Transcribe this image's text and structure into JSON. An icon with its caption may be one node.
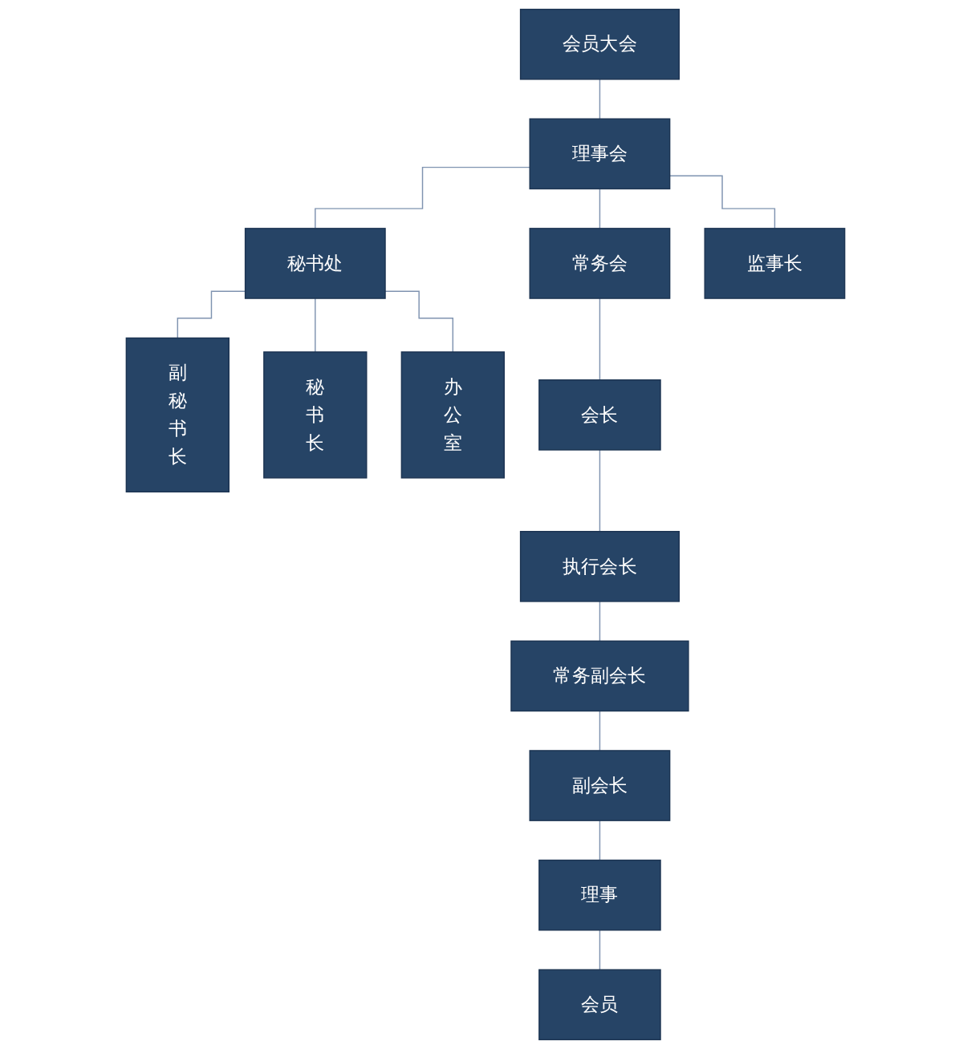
{
  "diagram": {
    "nodes": [
      {
        "text": [
          "会员大会"
        ]
      },
      {
        "text": [
          "理事会"
        ]
      },
      {
        "text": [
          "秘书处"
        ]
      },
      {
        "text": [
          "常务会"
        ]
      },
      {
        "text": [
          "监事长"
        ]
      },
      {
        "text": [
          "副秘书长"
        ]
      },
      {
        "text": [
          "秘书长"
        ]
      },
      {
        "text": [
          "办公室"
        ]
      },
      {
        "text": [
          "会长"
        ]
      },
      {
        "text": [
          "执行会长"
        ]
      },
      {
        "text": [
          "常务副会长"
        ]
      },
      {
        "text": [
          "副会长"
        ]
      },
      {
        "text": [
          "理事"
        ]
      },
      {
        "text": [
          "会员"
        ]
      }
    ],
    "edges": [
      {
        "from": 0,
        "to": 1,
        "arrow": "none"
      },
      {
        "from": 1,
        "to": 2,
        "arrow": "none"
      },
      {
        "from": 1,
        "to": 3,
        "arrow": "none"
      },
      {
        "from": 1,
        "to": 4,
        "arrow": "none"
      },
      {
        "from": 2,
        "to": 5,
        "arrow": "none"
      },
      {
        "from": 2,
        "to": 6,
        "arrow": "none"
      },
      {
        "from": 2,
        "to": 7,
        "arrow": "none"
      },
      {
        "from": 3,
        "to": 8,
        "arrow": "none"
      },
      {
        "from": 8,
        "to": 9,
        "arrow": "none"
      },
      {
        "from": 9,
        "to": 10,
        "arrow": "none"
      },
      {
        "from": 10,
        "to": 11,
        "arrow": "none"
      },
      {
        "from": 11,
        "to": 12,
        "arrow": "none"
      },
      {
        "from": 12,
        "to": 13,
        "arrow": "none"
      }
    ]
  }
}
